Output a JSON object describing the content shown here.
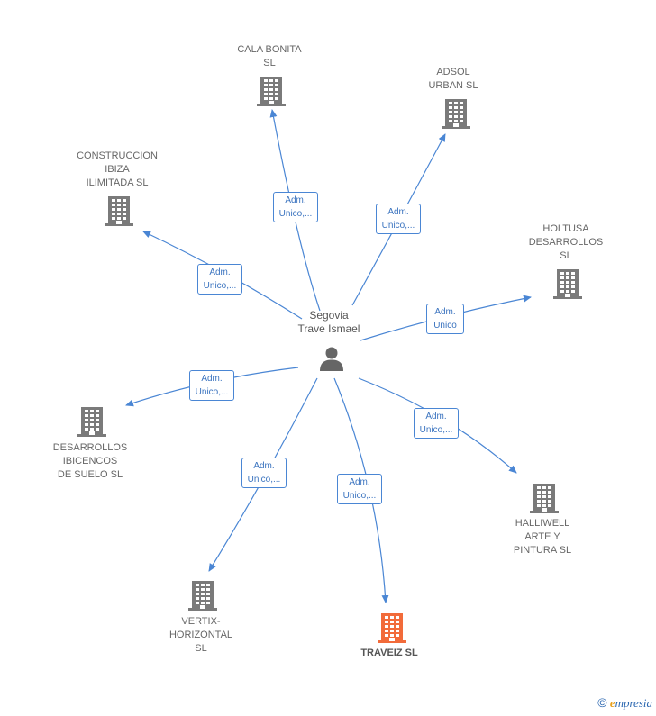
{
  "center": {
    "name": "Segovia\nTrave Ismael"
  },
  "companies": [
    {
      "id": "cala",
      "name": "CALA BONITA\nSL"
    },
    {
      "id": "adsol",
      "name": "ADSOL\nURBAN  SL"
    },
    {
      "id": "construccion",
      "name": "CONSTRUCCION\nIBIZA\nILIMITADA  SL"
    },
    {
      "id": "holtusa",
      "name": "HOLTUSA\nDESARROLLOS\nSL"
    },
    {
      "id": "desarrollos",
      "name": "DESARROLLOS\nIBICENCOS\nDE SUELO  SL"
    },
    {
      "id": "halliwell",
      "name": "HALLIWELL\nARTE Y\nPINTURA  SL"
    },
    {
      "id": "vertix",
      "name": "VERTIX-\nHORIZONTAL\nSL"
    },
    {
      "id": "traveiz",
      "name": "TRAVEIZ  SL",
      "highlight": true
    }
  ],
  "edges": [
    {
      "to": "cala",
      "label": "Adm.\nUnico,..."
    },
    {
      "to": "adsol",
      "label": "Adm.\nUnico,..."
    },
    {
      "to": "construccion",
      "label": "Adm.\nUnico,..."
    },
    {
      "to": "holtusa",
      "label": "Adm.\nUnico"
    },
    {
      "to": "desarrollos",
      "label": "Adm.\nUnico,..."
    },
    {
      "to": "halliwell",
      "label": "Adm.\nUnico,..."
    },
    {
      "to": "vertix",
      "label": "Adm.\nUnico,..."
    },
    {
      "to": "traveiz",
      "label": "Adm.\nUnico,..."
    }
  ],
  "colors": {
    "edge": "#4a86d4",
    "building": "#7a7a7a",
    "highlight": "#f26b3a",
    "person": "#666666"
  },
  "footer": {
    "copyright_symbol": "©",
    "brand_initial": "e",
    "brand_rest": "mpresia"
  }
}
